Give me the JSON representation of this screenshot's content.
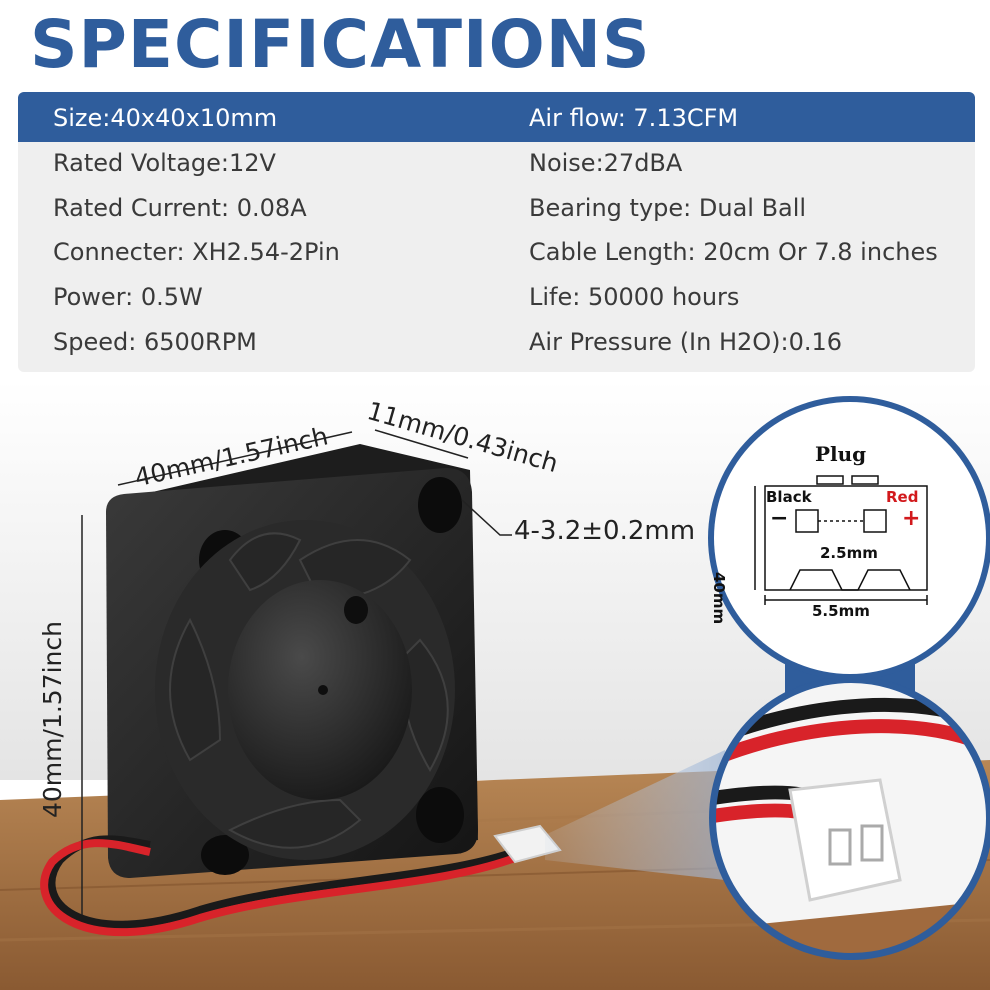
{
  "title": "SPECIFICATIONS",
  "specs": {
    "left": [
      "Size:40x40x10mm",
      "Rated Voltage:12V",
      "Rated Current: 0.08A",
      "Connecter: XH2.54-2Pin",
      "Power: 0.5W",
      "Speed: 6500RPM"
    ],
    "right": [
      "Air flow: 7.13CFM",
      "Noise:27dBA",
      "Bearing type: Dual Ball",
      "Cable Length: 20cm Or 7.8 inches",
      "Life: 50000 hours",
      "Air Pressure (In H2O):0.16"
    ]
  },
  "dimensions": {
    "width": "40mm/1.57inch",
    "thickness": "11mm/0.43inch",
    "height": "40mm/1.57inch",
    "hole": "4-3.2±0.2mm"
  },
  "plug": {
    "title": "Plug",
    "black": "Black",
    "red": "Red",
    "minus": "−",
    "plus": "+",
    "height": "40mm",
    "pitch": "2.5mm",
    "width": "5.5mm"
  },
  "colors": {
    "brand_blue": "#2f5d9c",
    "spec_bg": "#efefef",
    "wire_red": "#d8232a"
  }
}
